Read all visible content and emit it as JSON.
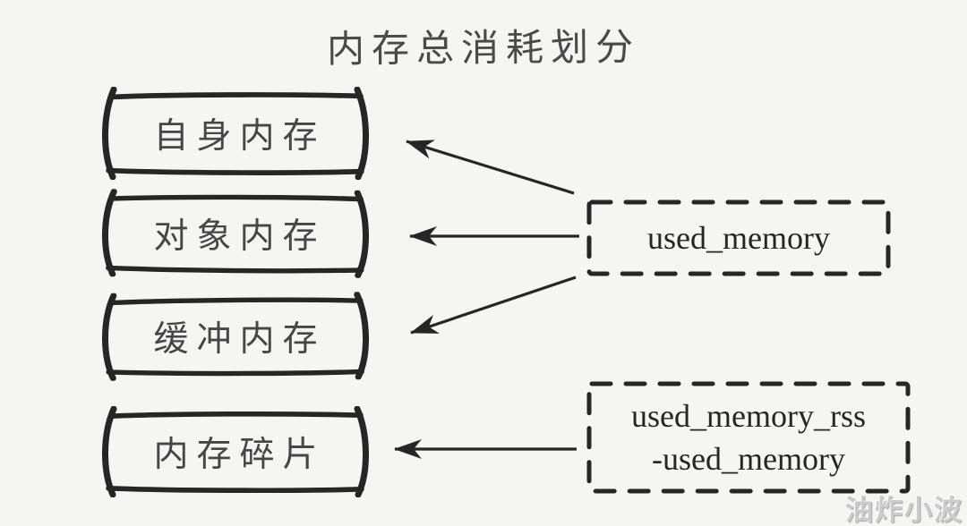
{
  "title": "内存总消耗划分",
  "left_boxes": [
    {
      "id": "self-memory",
      "label": "自身内存"
    },
    {
      "id": "object-memory",
      "label": "对象内存"
    },
    {
      "id": "buffer-memory",
      "label": "缓冲内存"
    },
    {
      "id": "memory-fragmentation",
      "label": "内存碎片"
    }
  ],
  "right_boxes": [
    {
      "id": "used-memory",
      "lines": [
        "used_memory"
      ]
    },
    {
      "id": "used-memory-rss",
      "lines": [
        "used_memory_rss",
        "-used_memory"
      ]
    }
  ],
  "arrows": [
    {
      "from": "used_memory",
      "to": "自身内存"
    },
    {
      "from": "used_memory",
      "to": "对象内存"
    },
    {
      "from": "used_memory",
      "to": "缓冲内存"
    },
    {
      "from": "used_memory_rss-used_memory",
      "to": "内存碎片"
    }
  ],
  "watermark": "油炸小波",
  "colors": {
    "ink": "#262626",
    "background": "#f5f5f3",
    "watermark": "#cbcbcb"
  }
}
